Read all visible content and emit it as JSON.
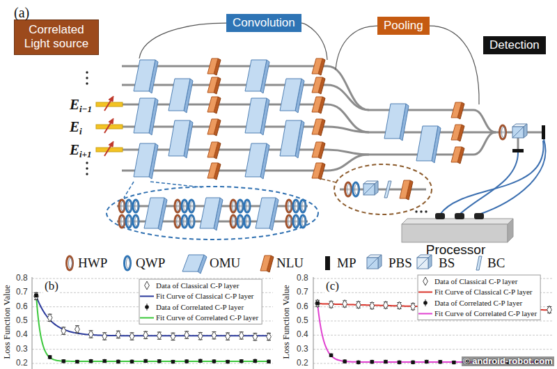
{
  "diagram": {
    "nodes": [
      {
        "text": [
          "Correlated Light source"
        ]
      },
      {
        "text": [
          "Convolution"
        ]
      },
      {
        "text": [
          "Pooling"
        ]
      },
      {
        "text": [
          "Detection"
        ]
      },
      {
        "text": [
          "Processor"
        ]
      }
    ],
    "labels": [
      "(a)",
      "E",
      "i−1",
      "E",
      "i",
      "E",
      "i+1",
      "(b)",
      "Loss Function Value",
      "0.8",
      "0.7",
      "0.6",
      "0.5",
      "0.4",
      "0.3",
      "0.2",
      "(c)",
      "Loss Function Value",
      "0.8",
      "0.7",
      "0.6",
      "0.5",
      "0.4",
      "0.3",
      "0.2",
      "© android-robot.com"
    ],
    "legend": [
      {
        "text": "HWP"
      },
      {
        "text": "QWP"
      },
      {
        "text": "OMU"
      },
      {
        "text": "NLU"
      },
      {
        "text": "MP"
      },
      {
        "text": "PBS"
      },
      {
        "text": "BS"
      },
      {
        "text": "BC"
      },
      {
        "text": "Data of Classical C-P layer"
      },
      {
        "text": "Fit Curve of Classical C-P layer"
      },
      {
        "text": "Data of Correlated C-P layer"
      },
      {
        "text": "Fit Curve of Correlated C-P layer"
      },
      {
        "text": "Data of Classical C-P layer"
      },
      {
        "text": "Fit Curve of Classical C-P layer"
      },
      {
        "text": "Data of Correlated C-P layer"
      },
      {
        "text": "Fit Curve of Correlated C-P layer"
      }
    ]
  }
}
